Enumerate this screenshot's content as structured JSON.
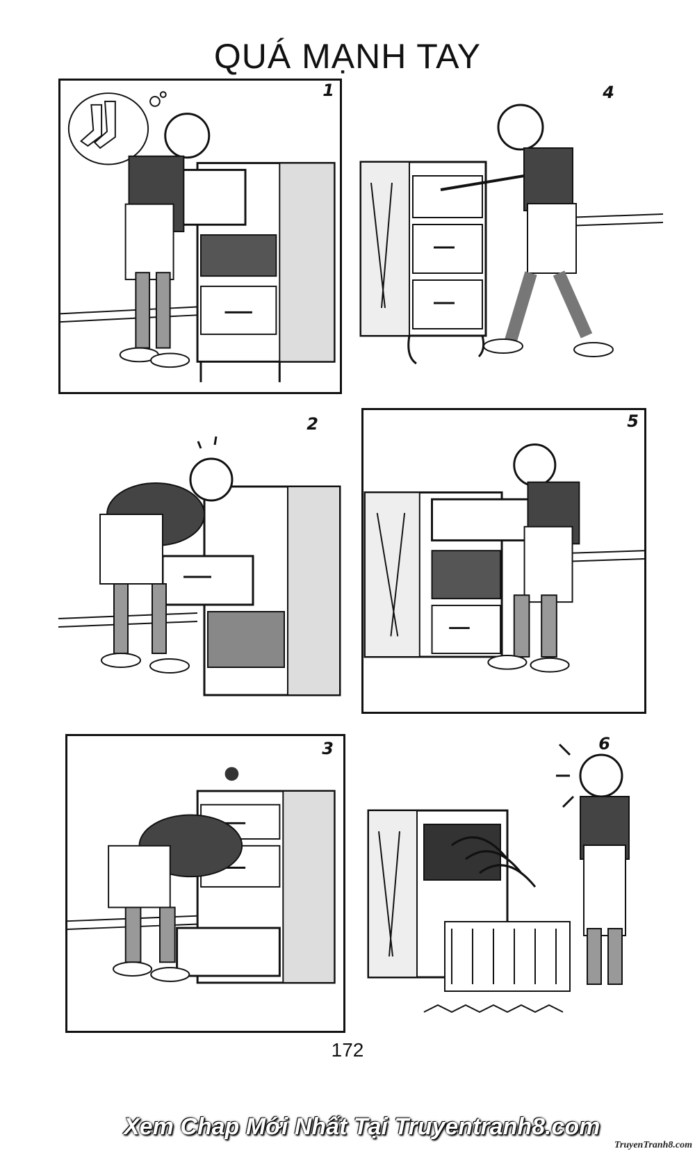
{
  "title": "QUÁ MẠNH TAY",
  "panels": [
    {
      "number": "1"
    },
    {
      "number": "4"
    },
    {
      "number": "2"
    },
    {
      "number": "5"
    },
    {
      "number": "3"
    },
    {
      "number": "6"
    }
  ],
  "page_number": "172",
  "footer_text": "Xem Chap Mới Nhất Tại Truyentranh8.com",
  "watermark": "TruyenTranh8.com"
}
